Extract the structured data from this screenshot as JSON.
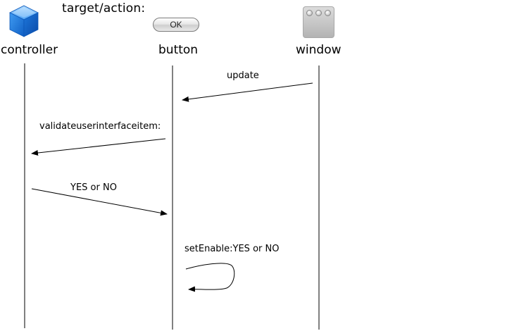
{
  "diagram": {
    "title": "target/action:",
    "actors": {
      "controller": {
        "label": "controller",
        "icon": "cube-icon"
      },
      "button": {
        "label": "button",
        "button_text": "OK"
      },
      "window": {
        "label": "window",
        "icon": "window-icon"
      }
    },
    "messages": [
      {
        "label": "update",
        "from": "window",
        "to": "button"
      },
      {
        "label": "validateuserinterfaceitem:",
        "from": "button",
        "to": "controller"
      },
      {
        "label": "YES or NO",
        "from": "controller",
        "to": "button"
      },
      {
        "label": "setEnable:YES or NO",
        "from": "button",
        "to": "button"
      }
    ],
    "colors": {
      "line": "#000000",
      "cube_front": "#1f7fe0",
      "cube_top": "#6fb8ff",
      "window_gray": "#c4c4c4"
    }
  }
}
